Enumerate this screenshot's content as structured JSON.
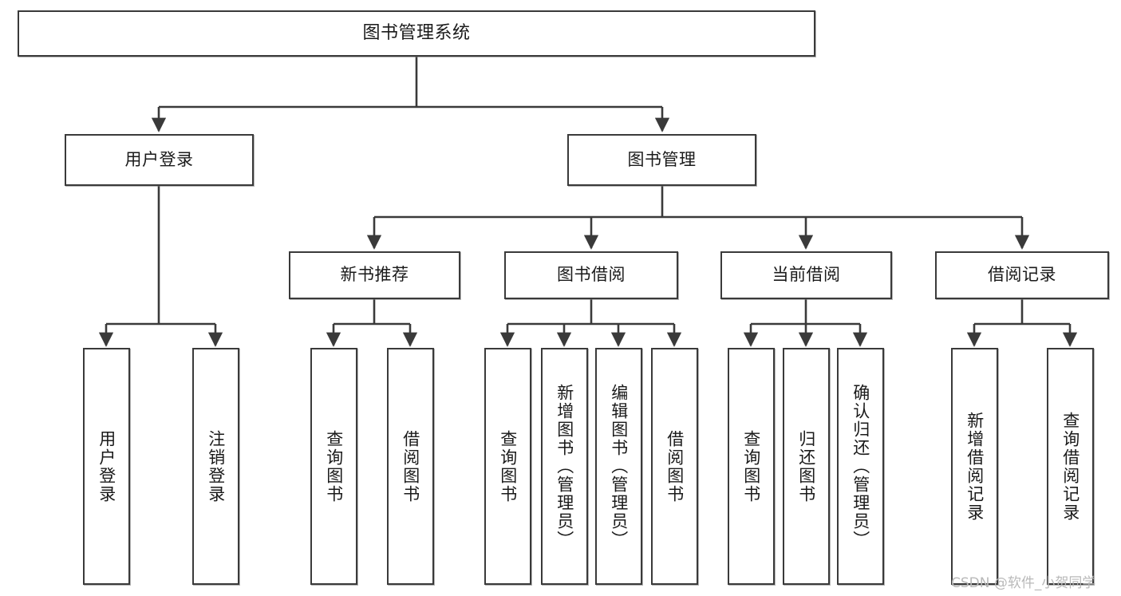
{
  "diagram": {
    "title": "图书管理系统",
    "type": "tree-hierarchy-chart",
    "stroke_color": "#3a3a3a",
    "fill_color": "#ffffff",
    "text_color": "#1a1a1a"
  },
  "watermark": {
    "text": "CSDN @软件_小贺同学",
    "color": "#b9b9b9"
  },
  "nodes": {
    "root": {
      "label": "图书管理系统"
    },
    "level2": [
      {
        "label": "用户登录"
      },
      {
        "label": "图书管理"
      }
    ],
    "level3": [
      {
        "label": "新书推荐"
      },
      {
        "label": "图书借阅"
      },
      {
        "label": "当前借阅"
      },
      {
        "label": "借阅记录"
      }
    ],
    "leaves": {
      "user_login": [
        {
          "label": "用户登录"
        },
        {
          "label": "注销登录"
        }
      ],
      "new_book": [
        {
          "label": "查询图书"
        },
        {
          "label": "借阅图书"
        }
      ],
      "book_borrow": [
        {
          "label": "查询图书"
        },
        {
          "label": "新增图书（管理员）"
        },
        {
          "label": "编辑图书（管理员）"
        },
        {
          "label": "借阅图书"
        }
      ],
      "current_borrow": [
        {
          "label": "查询图书"
        },
        {
          "label": "归还图书"
        },
        {
          "label": "确认归还（管理员）"
        }
      ],
      "borrow_record": [
        {
          "label": "新增借阅记录"
        },
        {
          "label": "查询借阅记录"
        }
      ]
    }
  }
}
